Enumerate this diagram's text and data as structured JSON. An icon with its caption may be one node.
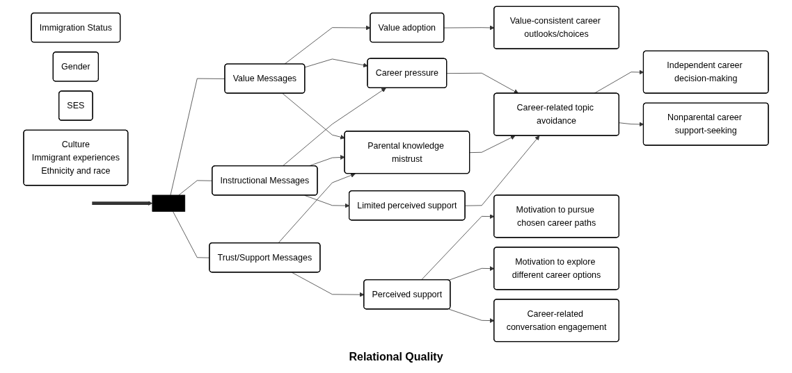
{
  "diagram": {
    "nodes": [
      {
        "text": [
          "Immigration Status"
        ]
      },
      {
        "text": [
          "Gender"
        ]
      },
      {
        "text": [
          "SES"
        ]
      },
      {
        "text": [
          "Culture",
          "Immigrant experiences",
          "Ethnicity and race"
        ]
      },
      {
        "text": [],
        "shape": "bar"
      },
      {
        "text": [
          "Value Messages"
        ]
      },
      {
        "text": [
          "Instructional Messages"
        ]
      },
      {
        "text": [
          "Trust/Support Messages"
        ]
      },
      {
        "text": [
          "Value adoption"
        ]
      },
      {
        "text": [
          "Value-consistent career outlooks/choices"
        ]
      },
      {
        "text": [
          "Career pressure"
        ]
      },
      {
        "text": [
          "Parental knowledge mistrust"
        ]
      },
      {
        "text": [
          "Limited perceived support"
        ]
      },
      {
        "text": [
          "Perceived support"
        ]
      },
      {
        "text": [
          "Career-related topic avoidance"
        ]
      },
      {
        "text": [
          "Independent career decision-making"
        ]
      },
      {
        "text": [
          "Nonparental career support-seeking"
        ]
      },
      {
        "text": [
          "Motivation to pursue chosen career paths"
        ]
      },
      {
        "text": [
          "Motivation to explore different career options"
        ]
      },
      {
        "text": [
          "Career-related conversation engagement"
        ]
      }
    ],
    "edges": [
      {
        "from": null,
        "to": 4,
        "arrow": "to",
        "style": "thick"
      },
      {
        "from": 4,
        "to": 5,
        "arrow": "none"
      },
      {
        "from": 4,
        "to": 6,
        "arrow": "none"
      },
      {
        "from": 4,
        "to": 7,
        "arrow": "none"
      },
      {
        "from": 5,
        "to": 8,
        "arrow": "to"
      },
      {
        "from": 5,
        "to": 10,
        "arrow": "to"
      },
      {
        "from": 5,
        "to": 11,
        "arrow": "to"
      },
      {
        "from": 6,
        "to": 10,
        "arrow": "to"
      },
      {
        "from": 6,
        "to": 11,
        "arrow": "to"
      },
      {
        "from": 6,
        "to": 12,
        "arrow": "to"
      },
      {
        "from": 7,
        "to": 11,
        "arrow": "to"
      },
      {
        "from": 7,
        "to": 13,
        "arrow": "to"
      },
      {
        "from": 8,
        "to": 9,
        "arrow": "to"
      },
      {
        "from": 10,
        "to": 14,
        "arrow": "to"
      },
      {
        "from": 11,
        "to": 14,
        "arrow": "to"
      },
      {
        "from": 12,
        "to": 14,
        "arrow": "to"
      },
      {
        "from": 14,
        "to": 15,
        "arrow": "to"
      },
      {
        "from": 14,
        "to": 16,
        "arrow": "to"
      },
      {
        "from": 13,
        "to": 17,
        "arrow": "to"
      },
      {
        "from": 13,
        "to": 18,
        "arrow": "to"
      },
      {
        "from": 13,
        "to": 19,
        "arrow": "to"
      }
    ],
    "labels": [
      "Relational Quality"
    ]
  }
}
